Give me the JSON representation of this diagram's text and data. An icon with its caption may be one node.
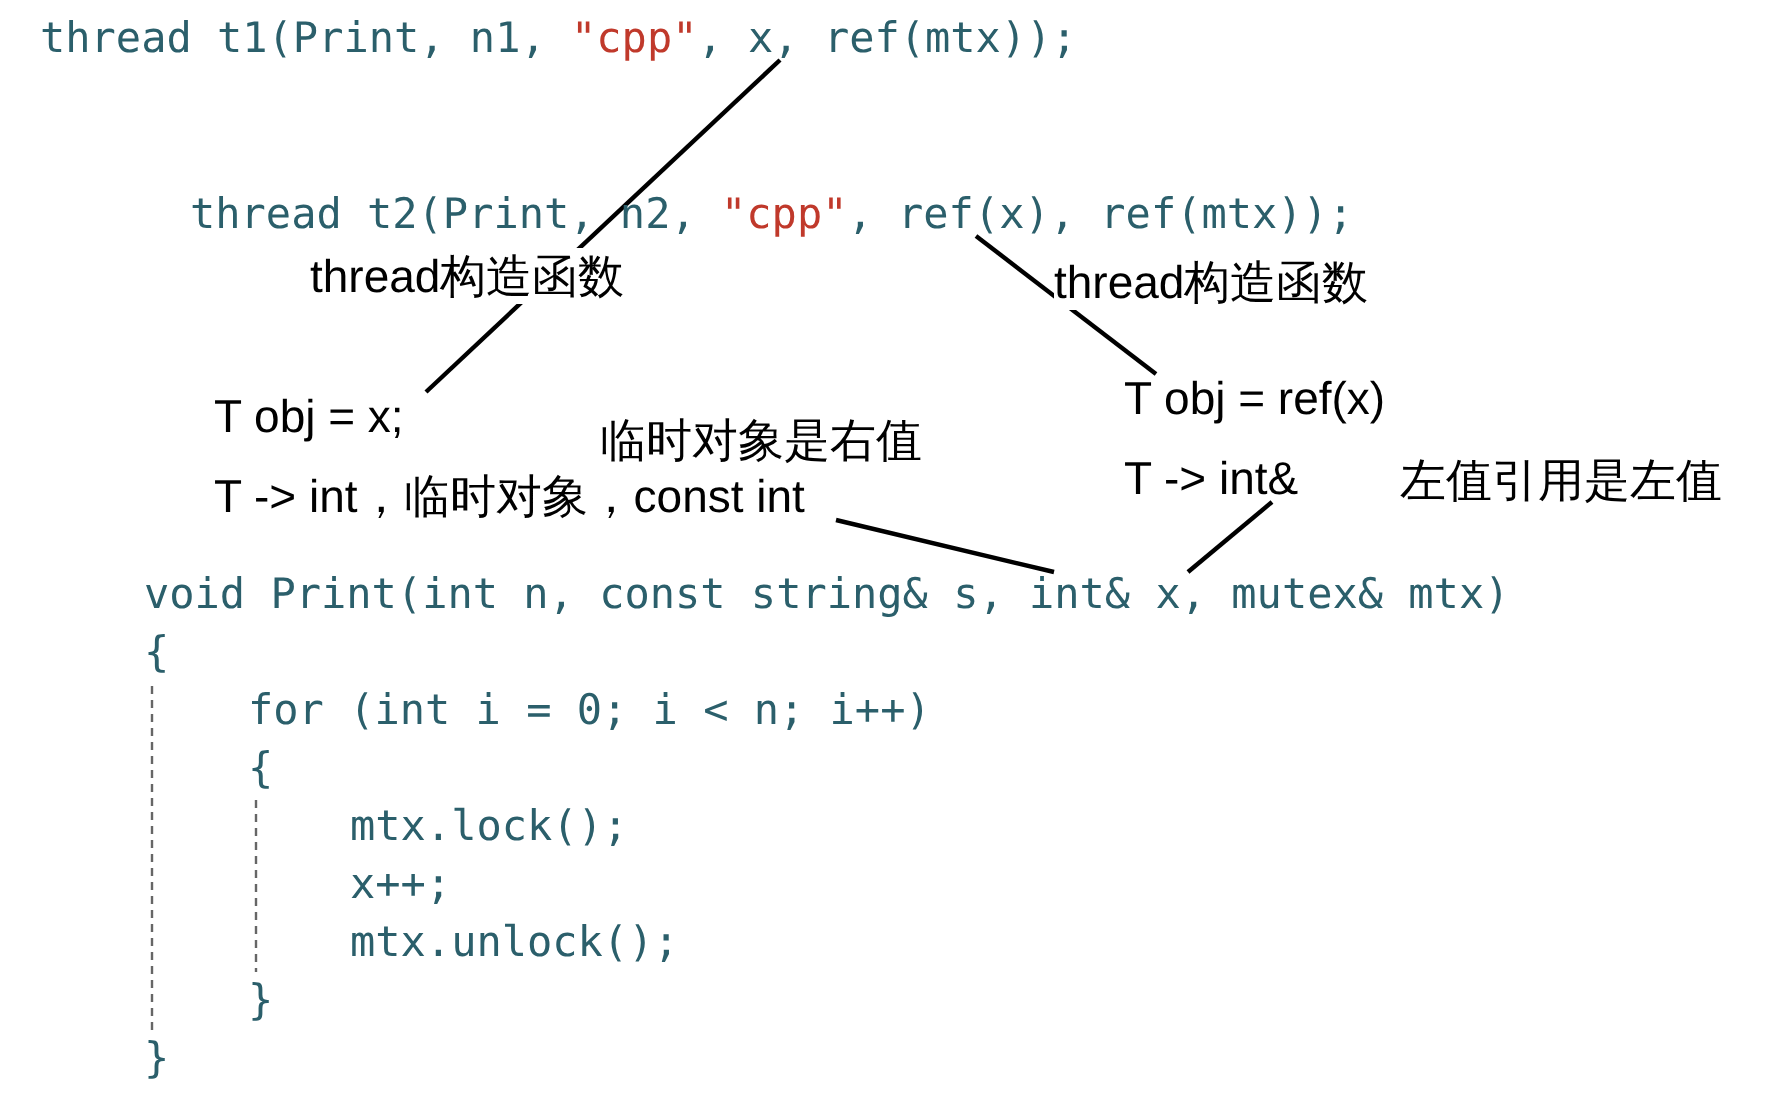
{
  "diagram": {
    "nodes": [
      {
        "text": [
          "thread t1(Print, n1, \"cpp\", x, ref(mtx));"
        ]
      },
      {
        "text": [
          "thread t2(Print, n2, \"cpp\", ref(x), ref(mtx));"
        ]
      },
      {
        "text": [
          "T obj = x;",
          "T -> int，临时对象，const int"
        ]
      },
      {
        "text": [
          "T obj = ref(x)",
          "T -> int&"
        ]
      },
      {
        "text": [
          "void Print(int n, const string& s, int& x, mutex& mtx)"
        ]
      }
    ],
    "edges": [
      {
        "from": 0,
        "to": 2,
        "arrow": "none"
      },
      {
        "from": 1,
        "to": 3,
        "arrow": "none"
      },
      {
        "from": 2,
        "to": 4,
        "arrow": "none"
      },
      {
        "from": 3,
        "to": 4,
        "arrow": "none"
      }
    ],
    "labels": [
      "thread构造函数",
      "thread构造函数",
      "临时对象是右值",
      "左值引用是左值",
      "{",
      "for (int i = 0; i < n; i++)",
      "{",
      "mtx.lock();",
      "x++;",
      "mtx.unlock();",
      "}",
      "}"
    ]
  }
}
